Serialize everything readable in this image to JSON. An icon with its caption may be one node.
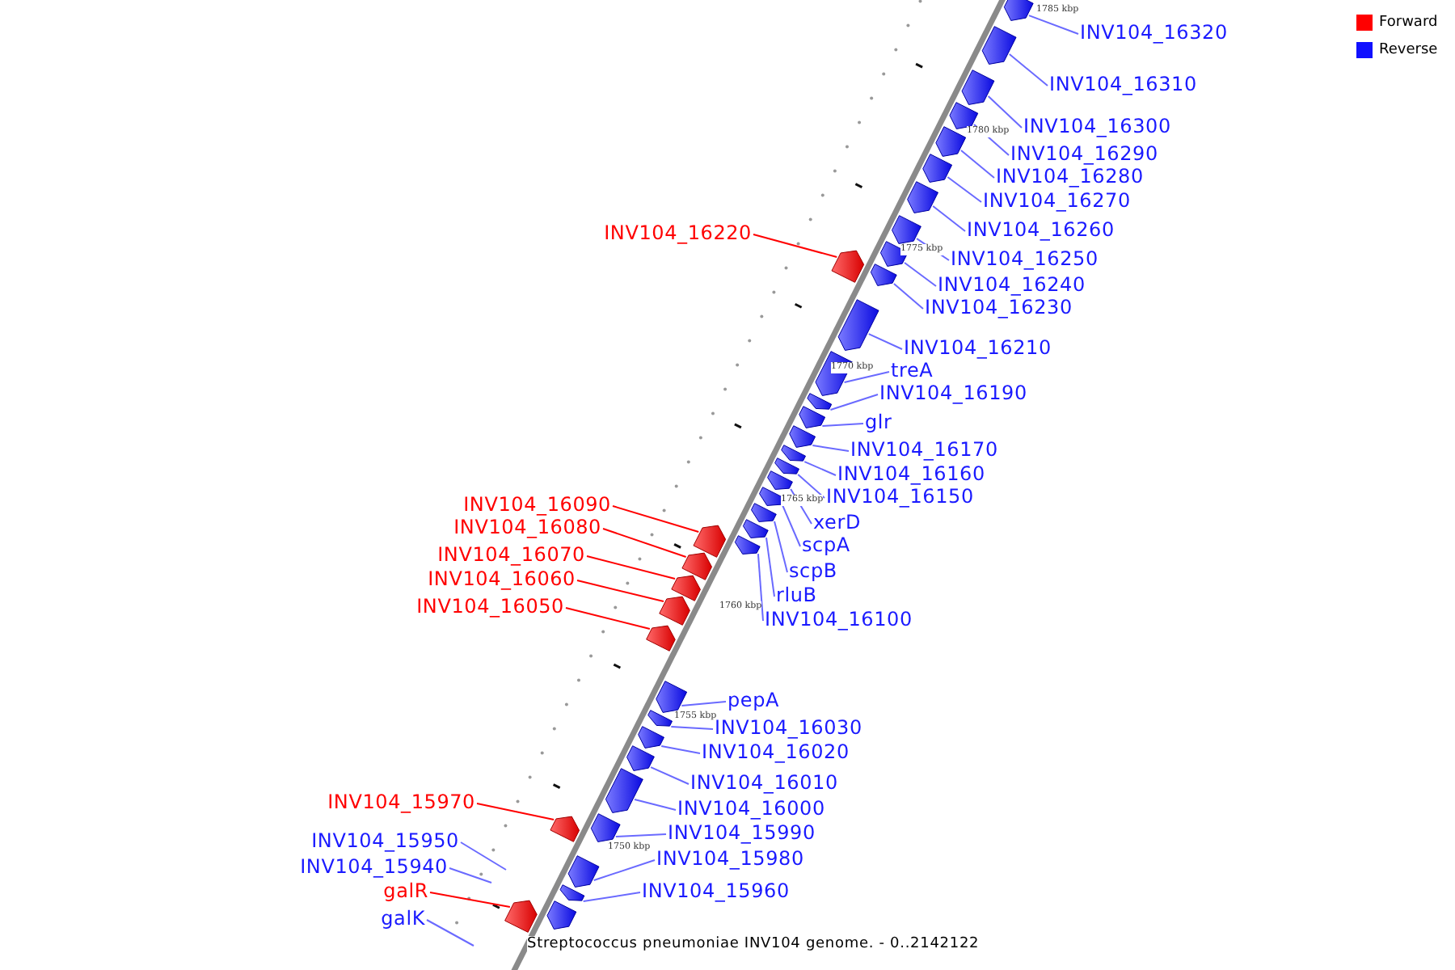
{
  "diagram": {
    "caption": "Streptococcus pneumoniae INV104 genome. - 0..2142122",
    "nodes": [
      {
        "text": [
          "INV104_16320"
        ]
      },
      {
        "text": [
          "INV104_16310"
        ]
      },
      {
        "text": [
          "INV104_16300"
        ]
      },
      {
        "text": [
          "INV104_16290"
        ]
      },
      {
        "text": [
          "INV104_16280"
        ]
      },
      {
        "text": [
          "INV104_16270"
        ]
      },
      {
        "text": [
          "INV104_16260"
        ]
      },
      {
        "text": [
          "INV104_16220"
        ]
      },
      {
        "text": [
          "INV104_16250"
        ]
      },
      {
        "text": [
          "INV104_16240"
        ]
      },
      {
        "text": [
          "INV104_16230"
        ]
      },
      {
        "text": [
          "INV104_16210"
        ]
      },
      {
        "text": [
          "treA"
        ]
      },
      {
        "text": [
          "INV104_16190"
        ]
      },
      {
        "text": [
          "glr"
        ]
      },
      {
        "text": [
          "INV104_16170"
        ]
      },
      {
        "text": [
          "INV104_16160"
        ]
      },
      {
        "text": [
          "INV104_16150"
        ]
      },
      {
        "text": [
          "INV104_16090"
        ]
      },
      {
        "text": [
          "xerD"
        ]
      },
      {
        "text": [
          "INV104_16080"
        ]
      },
      {
        "text": [
          "scpA"
        ]
      },
      {
        "text": [
          "INV104_16070"
        ]
      },
      {
        "text": [
          "scpB"
        ]
      },
      {
        "text": [
          "INV104_16060"
        ]
      },
      {
        "text": [
          "rluB"
        ]
      },
      {
        "text": [
          "INV104_16050"
        ]
      },
      {
        "text": [
          "INV104_16100"
        ]
      },
      {
        "text": [
          "pepA"
        ]
      },
      {
        "text": [
          "INV104_16030"
        ]
      },
      {
        "text": [
          "INV104_16020"
        ]
      },
      {
        "text": [
          "INV104_16010"
        ]
      },
      {
        "text": [
          "INV104_15970"
        ]
      },
      {
        "text": [
          "INV104_16000"
        ]
      },
      {
        "text": [
          "INV104_15990"
        ]
      },
      {
        "text": [
          "INV104_15950"
        ]
      },
      {
        "text": [
          "INV104_15980"
        ]
      },
      {
        "text": [
          "INV104_15940"
        ]
      },
      {
        "text": [
          "galR"
        ]
      },
      {
        "text": [
          "INV104_15960"
        ]
      },
      {
        "text": [
          "galK"
        ]
      },
      {
        "text": [],
        "shape": "arrow"
      },
      {
        "text": [],
        "shape": "arrow"
      },
      {
        "text": [],
        "shape": "arrow"
      },
      {
        "text": [],
        "shape": "arrow"
      },
      {
        "text": [],
        "shape": "arrow"
      },
      {
        "text": [],
        "shape": "arrow"
      },
      {
        "text": [],
        "shape": "arrow"
      },
      {
        "text": [],
        "shape": "arrow"
      },
      {
        "text": [],
        "shape": "arrow"
      },
      {
        "text": [],
        "shape": "arrow"
      },
      {
        "text": [],
        "shape": "arrow"
      },
      {
        "text": [],
        "shape": "arrow"
      },
      {
        "text": [],
        "shape": "arrow"
      },
      {
        "text": [],
        "shape": "arrow"
      },
      {
        "text": [],
        "shape": "arrow"
      },
      {
        "text": [],
        "shape": "arrow"
      },
      {
        "text": [],
        "shape": "arrow"
      },
      {
        "text": [],
        "shape": "arrow"
      },
      {
        "text": [],
        "shape": "arrow"
      },
      {
        "text": [],
        "shape": "arrow"
      },
      {
        "text": [],
        "shape": "arrow"
      },
      {
        "text": [],
        "shape": "arrow"
      },
      {
        "text": [],
        "shape": "arrow"
      },
      {
        "text": [],
        "shape": "arrow"
      },
      {
        "text": [],
        "shape": "arrow"
      },
      {
        "text": [],
        "shape": "arrow"
      },
      {
        "text": [],
        "shape": "arrow"
      },
      {
        "text": [],
        "shape": "arrow"
      },
      {
        "text": [],
        "shape": "arrow"
      },
      {
        "text": [],
        "shape": "arrow"
      },
      {
        "text": [],
        "shape": "arrow"
      },
      {
        "text": [],
        "shape": "arrow"
      },
      {
        "text": [],
        "shape": "arrow"
      },
      {
        "text": [],
        "shape": "arrow"
      },
      {
        "text": [],
        "shape": "arrow"
      },
      {
        "text": [],
        "shape": "arrow"
      },
      {
        "text": [],
        "shape": "arrow"
      },
      {
        "text": [],
        "shape": "arrow"
      },
      {
        "text": [],
        "shape": "arrow"
      }
    ],
    "edges": [
      {
        "from": 0,
        "to": 41,
        "arrow": "none"
      },
      {
        "from": 1,
        "to": 42,
        "arrow": "none"
      },
      {
        "from": 2,
        "to": 43,
        "arrow": "none"
      },
      {
        "from": 3,
        "to": 44,
        "arrow": "none"
      },
      {
        "from": 4,
        "to": 45,
        "arrow": "none"
      },
      {
        "from": 5,
        "to": 46,
        "arrow": "none"
      },
      {
        "from": 6,
        "to": 47,
        "arrow": "none"
      },
      {
        "from": 7,
        "to": 50,
        "arrow": "none",
        "color": "#ff0000"
      },
      {
        "from": 8,
        "to": 48,
        "arrow": "none"
      },
      {
        "from": 9,
        "to": 49,
        "arrow": "none"
      },
      {
        "from": 10,
        "to": 51,
        "arrow": "none"
      },
      {
        "from": 11,
        "to": 52,
        "arrow": "none"
      },
      {
        "from": 12,
        "to": 53,
        "arrow": "none"
      },
      {
        "from": 13,
        "to": 54,
        "arrow": "none"
      },
      {
        "from": 14,
        "to": 55,
        "arrow": "none"
      },
      {
        "from": 15,
        "to": 56,
        "arrow": "none"
      },
      {
        "from": 16,
        "to": 57,
        "arrow": "none"
      },
      {
        "from": 17,
        "to": 58,
        "arrow": "none"
      },
      {
        "from": 18,
        "to": 64,
        "arrow": "none",
        "color": "#ff0000"
      },
      {
        "from": 19,
        "to": 59,
        "arrow": "none"
      },
      {
        "from": 20,
        "to": 65,
        "arrow": "none",
        "color": "#ff0000"
      },
      {
        "from": 21,
        "to": 60,
        "arrow": "none"
      },
      {
        "from": 22,
        "to": 66,
        "arrow": "none",
        "color": "#ff0000"
      },
      {
        "from": 23,
        "to": 61,
        "arrow": "none"
      },
      {
        "from": 24,
        "to": 67,
        "arrow": "none",
        "color": "#ff0000"
      },
      {
        "from": 25,
        "to": 62,
        "arrow": "none"
      },
      {
        "from": 26,
        "to": 68,
        "arrow": "none",
        "color": "#ff0000"
      },
      {
        "from": 27,
        "to": 63,
        "arrow": "none"
      },
      {
        "from": 28,
        "to": 69,
        "arrow": "none"
      },
      {
        "from": 29,
        "to": 70,
        "arrow": "none"
      },
      {
        "from": 30,
        "to": 71,
        "arrow": "none"
      },
      {
        "from": 31,
        "to": 72,
        "arrow": "none"
      },
      {
        "from": 32,
        "to": 75,
        "arrow": "none",
        "color": "#ff0000"
      },
      {
        "from": 33,
        "to": 73,
        "arrow": "none"
      },
      {
        "from": 34,
        "to": 74,
        "arrow": "none"
      },
      {
        "from": 35,
        "to": null,
        "arrow": "none"
      },
      {
        "from": 36,
        "to": 76,
        "arrow": "none"
      },
      {
        "from": 37,
        "to": null,
        "arrow": "none"
      },
      {
        "from": 38,
        "to": 79,
        "arrow": "none",
        "color": "#ff0000"
      },
      {
        "from": 39,
        "to": 77,
        "arrow": "none"
      },
      {
        "from": 40,
        "to": null,
        "arrow": "none"
      }
    ],
    "labels": [
      "1785 kbp",
      "1780 kbp",
      "1775 kbp",
      "1770 kbp",
      "1765 kbp",
      "1760 kbp",
      "1755 kbp",
      "1750 kbp"
    ],
    "legend": [
      {
        "text": "Forward",
        "color": "#ff0000"
      },
      {
        "text": "Reverse",
        "color": "#1010ff"
      }
    ]
  }
}
